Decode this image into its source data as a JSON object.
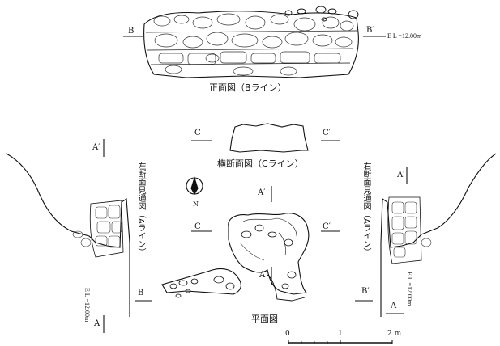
{
  "labels": {
    "front_view": "正面図（Bライン）",
    "cross_section": "横断面図（Cライン）",
    "plan": "平面図",
    "left_section": "左断面見通図（Aライン）",
    "right_section": "右断面見通図（Aライン）",
    "el_top": "E L =12.00m",
    "el_left": "E L =12.00m",
    "el_right": "E L =12.00m",
    "north": "N"
  },
  "section_marks": {
    "b_left_top": "B",
    "b_right_top": "B′",
    "c_left_upper": "C",
    "c_right_upper": "C′",
    "c_left_lower": "C",
    "c_right_lower": "C′",
    "a_center_upper": "A′",
    "a_center_lower": "A",
    "a_left_upper": "A′",
    "a_left_lower": "A",
    "b_left_lower": "B",
    "a_right_upper": "A′",
    "a_right_lower": "A",
    "b_right_lower": "B′"
  },
  "scale": {
    "ticks": [
      "0",
      "1",
      "2 m"
    ]
  },
  "colors": {
    "ink": "#111111",
    "paper": "#ffffff",
    "stone": "#9a9a9a"
  }
}
